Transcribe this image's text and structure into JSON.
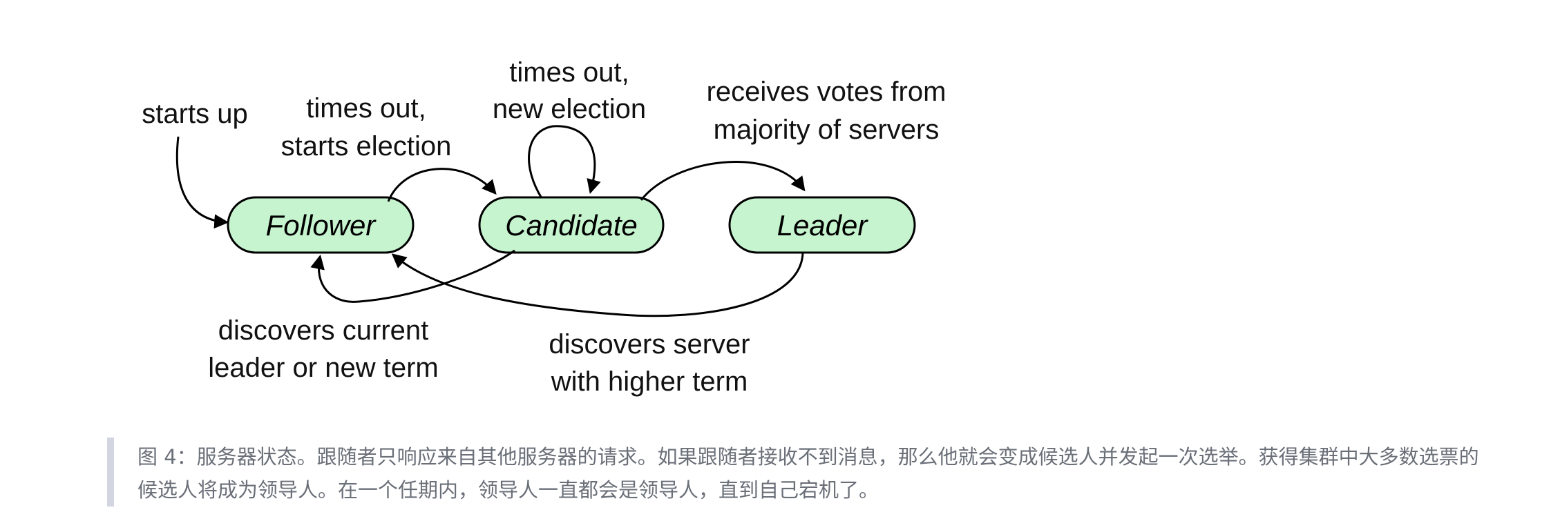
{
  "diagram": {
    "states": {
      "follower": "Follower",
      "candidate": "Candidate",
      "leader": "Leader"
    },
    "labels": {
      "starts_up": "starts up",
      "times_out_start_1": "times out,",
      "times_out_start_2": "starts election",
      "times_out_new_1": "times out,",
      "times_out_new_2": "new election",
      "receives_votes_1": "receives votes from",
      "receives_votes_2": "majority of servers",
      "discovers_current_1": "discovers current",
      "discovers_current_2": "leader or new term",
      "discovers_server_1": "discovers server",
      "discovers_server_2": "with higher term"
    },
    "colors": {
      "state_fill": "#c6f4cf",
      "stroke": "#000000"
    }
  },
  "caption": {
    "text": "图 4：服务器状态。跟随者只响应来自其他服务器的请求。如果跟随者接收不到消息，那么他就会变成候选人并发起一次选举。获得集群中大多数选票的候选人将成为领导人。在一个任期内，领导人一直都会是领导人，直到自己宕机了。"
  }
}
